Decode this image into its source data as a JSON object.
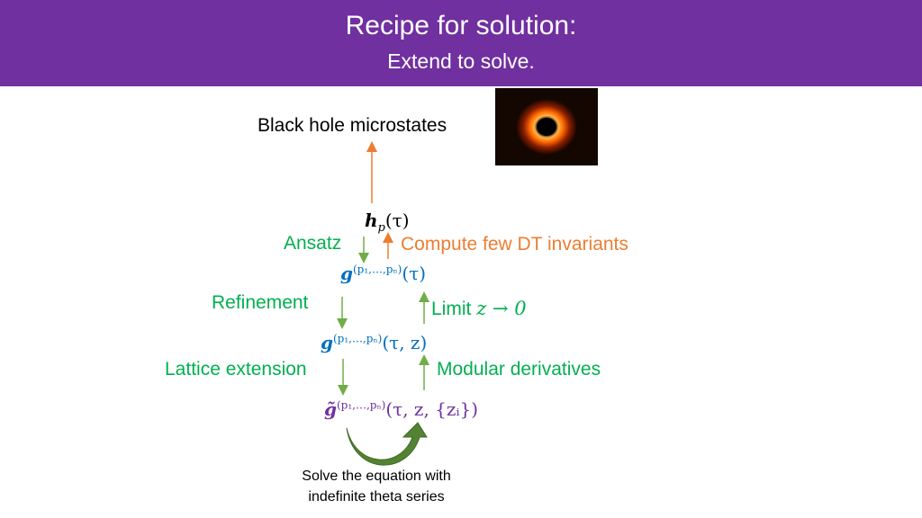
{
  "header": {
    "title": "Recipe for solution:",
    "subtitle": "Extend to solve."
  },
  "diagram": {
    "top_label": "Black hole microstates",
    "h_symbol": "h",
    "h_subscript": "p",
    "h_args": "(τ)",
    "ansatz": "Ansatz",
    "compute": "Compute few DT invariants",
    "g1_symbol": "g",
    "g1_sup": "(p₁,…,pₙ)",
    "g1_args": "(τ)",
    "refinement": "Refinement",
    "limit_text": "Limit",
    "limit_math": "z → 0",
    "g2_symbol": "g",
    "g2_sup": "(p₁,…,pₙ)",
    "g2_args": "(τ, z)",
    "lattice": "Lattice extension",
    "modular": "Modular derivatives",
    "g3_symbol": "g̃",
    "g3_sup": "(p₁,…,pₙ)",
    "g3_args": "(τ, z, {zᵢ})",
    "solve_line1": "Solve the equation with",
    "solve_line2": "indefinite theta series"
  },
  "colors": {
    "header_bg": "#7030a0",
    "green": "#00b050",
    "orange": "#ed7d31",
    "blue": "#0070c0",
    "purple": "#7030a0",
    "arrow_green": "#70ad47",
    "curved_arrow": "#548235"
  },
  "icons": [
    "black-hole-image",
    "curved-arrow-icon"
  ]
}
